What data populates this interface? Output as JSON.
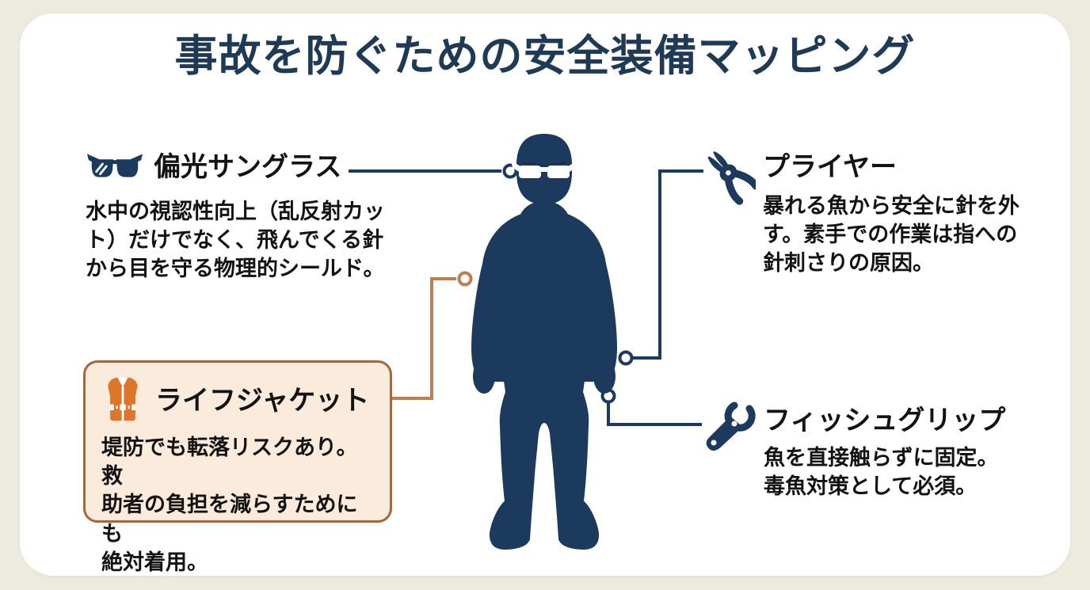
{
  "page": {
    "title": "事故を防ぐための安全装備マッピング",
    "colors": {
      "background": "#EDEAE0",
      "card": "#FFFFFF",
      "navy": "#1C3A5E",
      "title_navy": "#1F3A55",
      "text": "#131313",
      "vest_orange": "#DD752B",
      "highlight_box_bg": "#FAEBDC",
      "highlight_box_border": "#A8653B",
      "connector_dark": "#1C3A5E",
      "connector_orange": "#BE7F4E"
    }
  },
  "figure": {
    "label": "angler-silhouette"
  },
  "callouts": [
    {
      "id": "sunglasses",
      "icon": "sunglasses-icon",
      "side": "top-left",
      "highlighted": false,
      "title": "偏光サングラス",
      "description": "水中の視認性向上（乱反射カッ\nト）だけでなく、飛んでくる針\nから目を守る物理的シールド。"
    },
    {
      "id": "pliers",
      "icon": "pliers-icon",
      "side": "top-right",
      "highlighted": false,
      "title": "プライヤー",
      "description": "暴れる魚から安全に針を外\nす。素手での作業は指への\n針刺さりの原因。"
    },
    {
      "id": "lifejacket",
      "icon": "life-jacket-icon",
      "side": "bottom-left",
      "highlighted": true,
      "title": "ライフジャケット",
      "description": "堤防でも転落リスクあり。救\n助者の負担を減らすためにも\n絶対着用。"
    },
    {
      "id": "fishgrip",
      "icon": "fish-grip-icon",
      "side": "bottom-right",
      "highlighted": false,
      "title": "フィッシュグリップ",
      "description": "魚を直接触らずに固定。\n毒魚対策として必須。"
    }
  ]
}
